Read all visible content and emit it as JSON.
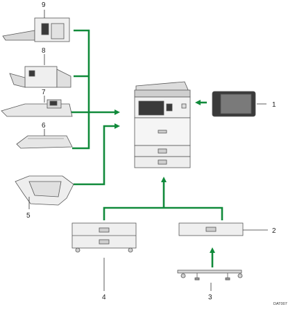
{
  "labels": {
    "n1": "1",
    "n2": "2",
    "n3": "3",
    "n4": "4",
    "n5": "5",
    "n6": "6",
    "n7": "7",
    "n8": "8",
    "n9": "9"
  },
  "figure_code": "DAT007",
  "colors": {
    "connector": "#108a3a",
    "device_fill": "#f2f2f2",
    "device_dark": "#3a3a3a",
    "outline": "#555555"
  }
}
